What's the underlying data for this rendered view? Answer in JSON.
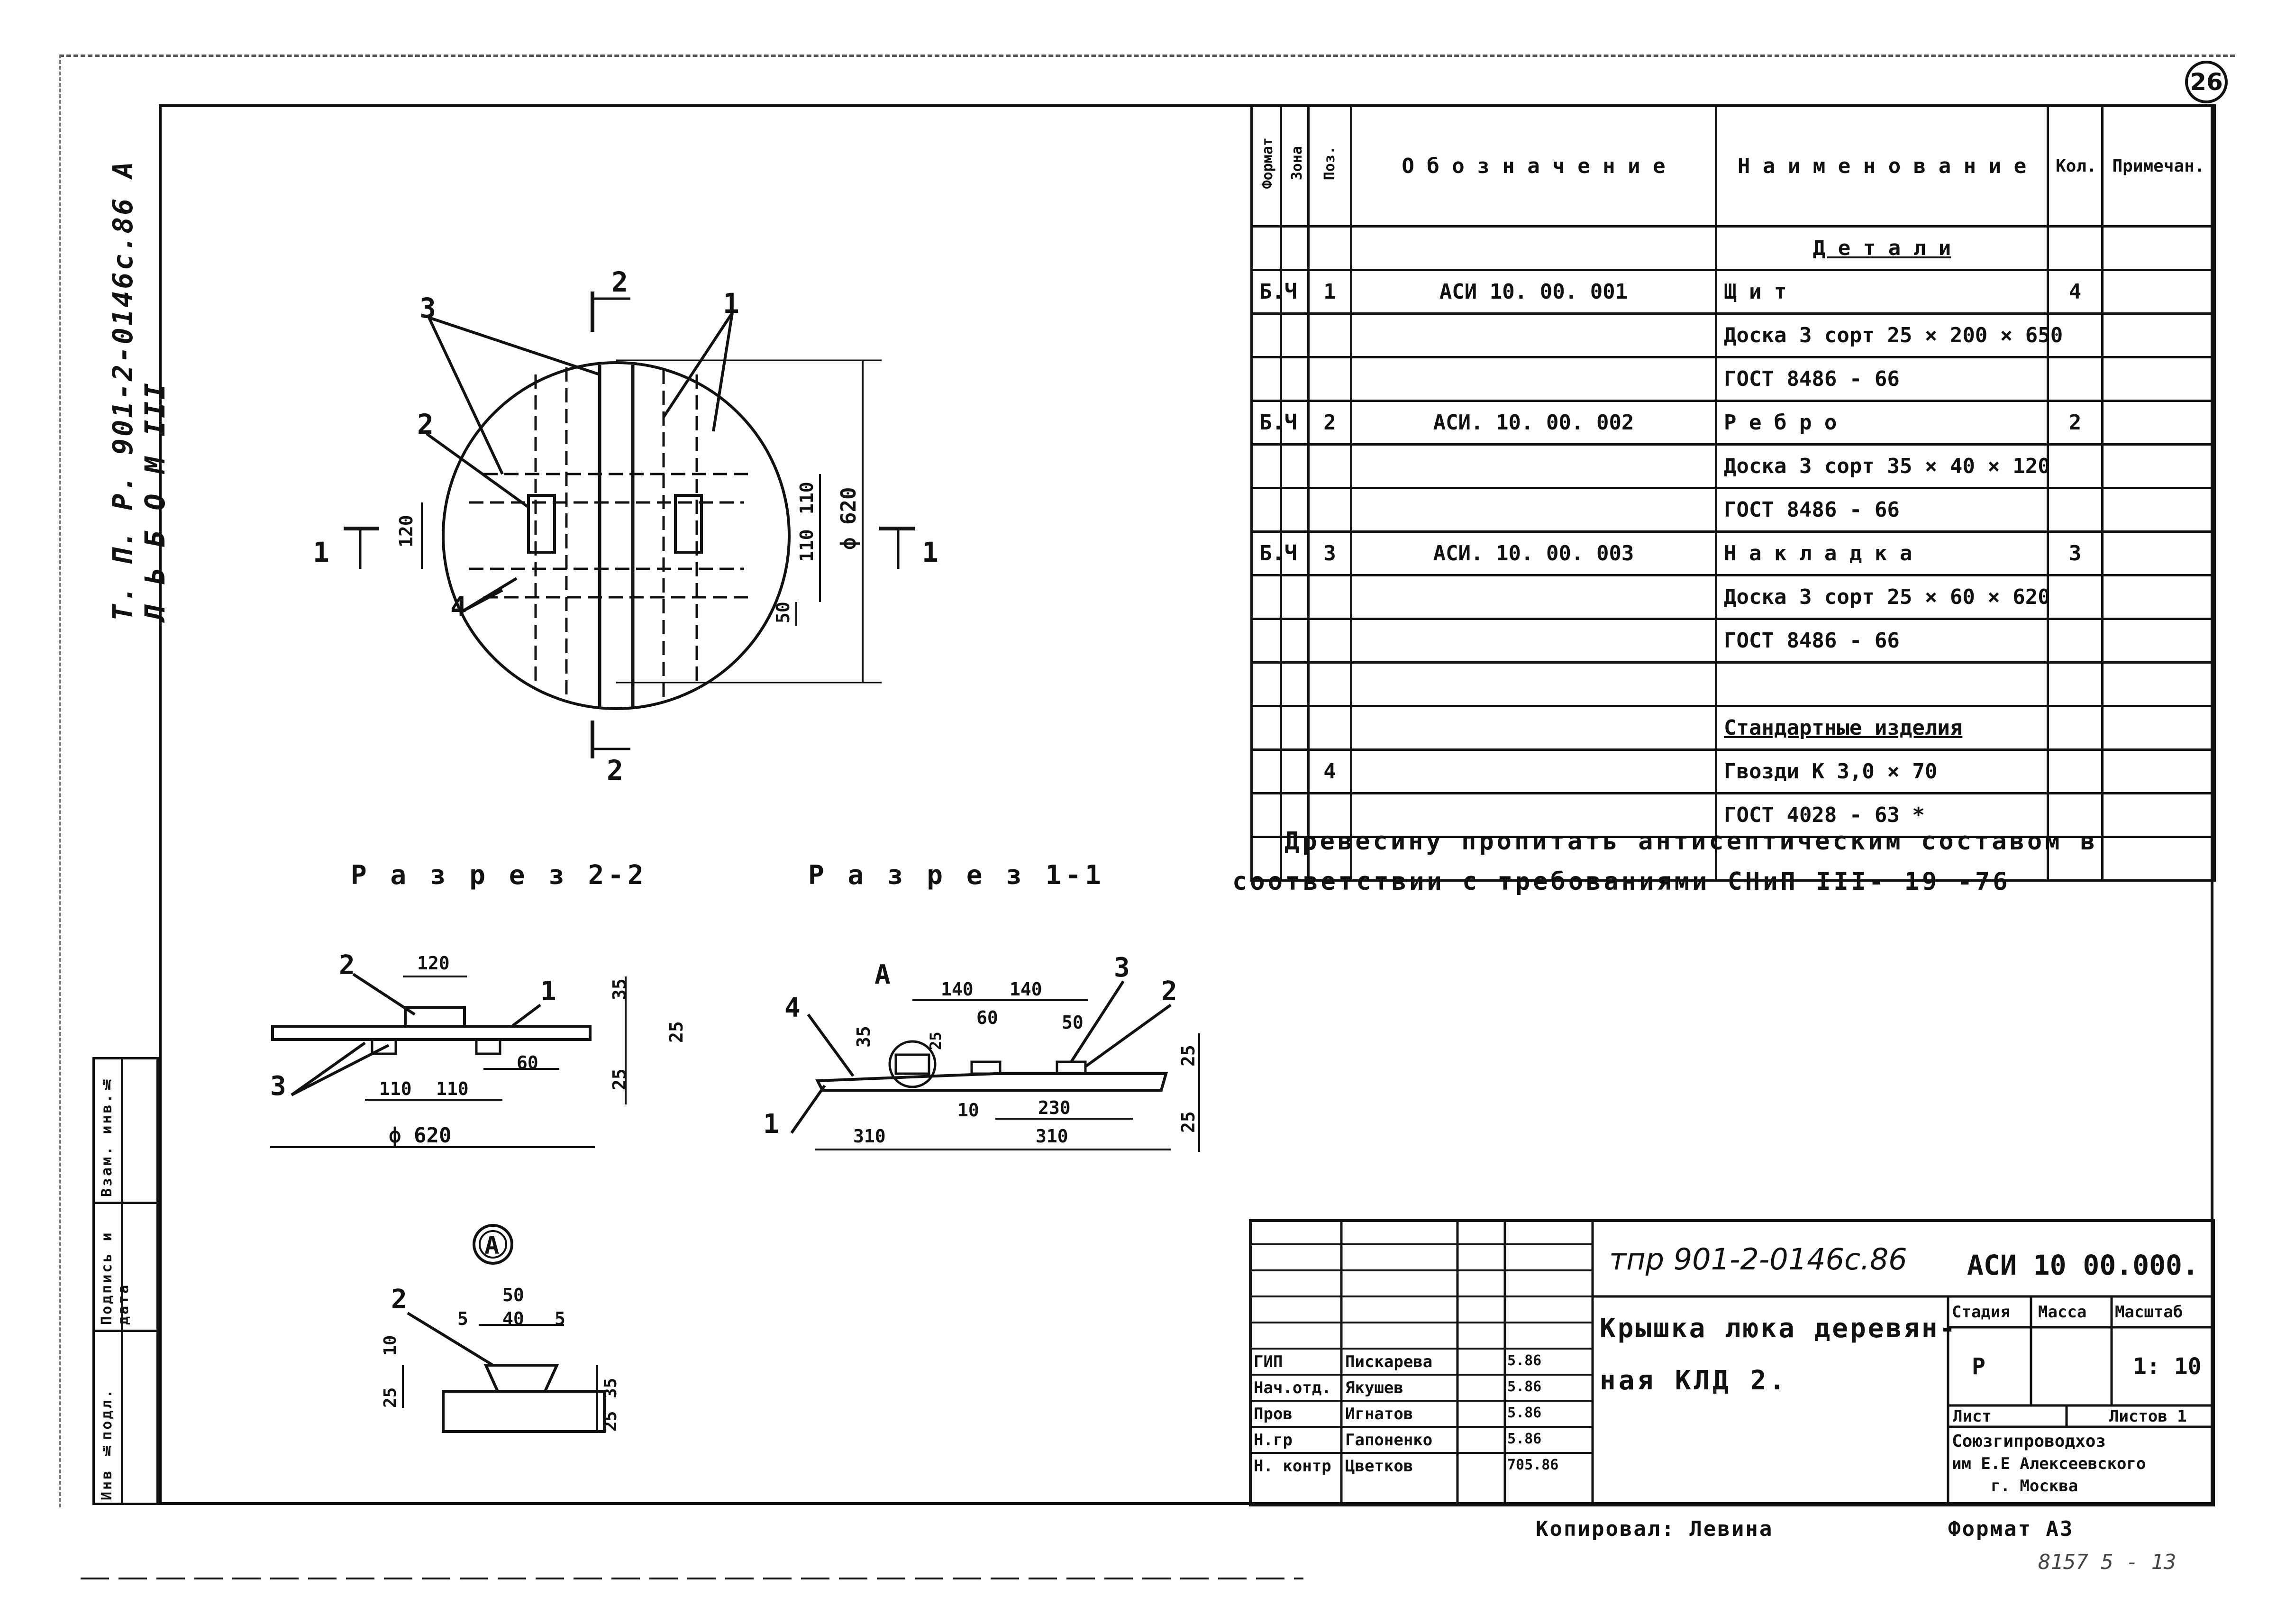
{
  "sheet_number": "26",
  "side_title": "Т. П. Р. 901-2-0146с.86 А Л Ь Б О М  III",
  "left_strip": [
    "Инв №подл.",
    "Подпись и дата",
    "Взам. инв.№"
  ],
  "spec_table": {
    "headers": [
      "Формат",
      "Зона",
      "Поз.",
      "О б о з н а ч е н и е",
      "Н а и м е н о в а н и е",
      "Кол.",
      "Примечан."
    ],
    "rows": [
      {
        "fmt": "",
        "zone": "",
        "pos": "",
        "code": "",
        "name": "Д е т а л и",
        "qty": "",
        "note": "",
        "center": true,
        "underline": true
      },
      {
        "fmt": "Б.Ч",
        "zone": "",
        "pos": "1",
        "code": "АСИ 10. 00. 001",
        "name": "Щ и т",
        "qty": "4",
        "note": ""
      },
      {
        "fmt": "",
        "zone": "",
        "pos": "",
        "code": "",
        "name": "Доска 3 сорт 25 × 200 × 650",
        "qty": "",
        "note": ""
      },
      {
        "fmt": "",
        "zone": "",
        "pos": "",
        "code": "",
        "name": "ГОСТ 8486 - 66",
        "qty": "",
        "note": ""
      },
      {
        "fmt": "Б.Ч",
        "zone": "",
        "pos": "2",
        "code": "АСИ. 10. 00. 002",
        "name": "Р е б р о",
        "qty": "2",
        "note": ""
      },
      {
        "fmt": "",
        "zone": "",
        "pos": "",
        "code": "",
        "name": "Доска 3 сорт 35 × 40 × 120",
        "qty": "",
        "note": ""
      },
      {
        "fmt": "",
        "zone": "",
        "pos": "",
        "code": "",
        "name": "ГОСТ 8486 - 66",
        "qty": "",
        "note": ""
      },
      {
        "fmt": "Б.Ч",
        "zone": "",
        "pos": "3",
        "code": "АСИ. 10. 00. 003",
        "name": "Н а к л а д к а",
        "qty": "3",
        "note": ""
      },
      {
        "fmt": "",
        "zone": "",
        "pos": "",
        "code": "",
        "name": "Доска 3 сорт 25 × 60 × 620",
        "qty": "",
        "note": ""
      },
      {
        "fmt": "",
        "zone": "",
        "pos": "",
        "code": "",
        "name": "ГОСТ 8486 - 66",
        "qty": "",
        "note": ""
      },
      {
        "fmt": "",
        "zone": "",
        "pos": "",
        "code": "",
        "name": "",
        "qty": "",
        "note": ""
      },
      {
        "fmt": "",
        "zone": "",
        "pos": "",
        "code": "",
        "name": "Стандартные изделия",
        "qty": "",
        "note": "",
        "underline": true
      },
      {
        "fmt": "",
        "zone": "",
        "pos": "4",
        "code": "",
        "name": "Гвозди   К 3,0 × 70",
        "qty": "",
        "note": ""
      },
      {
        "fmt": "",
        "zone": "",
        "pos": "",
        "code": "",
        "name": "ГОСТ 4028 - 63 *",
        "qty": "",
        "note": ""
      },
      {
        "fmt": "",
        "zone": "",
        "pos": "",
        "code": "",
        "name": "",
        "qty": "",
        "note": ""
      }
    ]
  },
  "note_lines": [
    "Древесину пропитать антисептическим составом в",
    "соответствии с требованиями СНиП III- 19 -76"
  ],
  "plan_view": {
    "labels": [
      "1",
      "2",
      "3",
      "4"
    ],
    "section_marks": [
      "1",
      "1",
      "2",
      "2"
    ],
    "dims": [
      "120",
      "110",
      "110",
      "50",
      "ф 620"
    ]
  },
  "section_2_2": {
    "title": "Р а з р е з  2-2",
    "dims": [
      "120",
      "35",
      "25",
      "25",
      "60",
      "110",
      "110",
      "ф 620"
    ],
    "labels": [
      "2",
      "1",
      "3"
    ]
  },
  "section_1_1": {
    "title": "Р а з р е з  1-1",
    "dims": [
      "140",
      "140",
      "25",
      "60",
      "50",
      "35",
      "10",
      "230",
      "25",
      "25",
      "310",
      "310"
    ],
    "labels": [
      "А",
      "3",
      "2",
      "4",
      "1"
    ]
  },
  "detail_a": {
    "mark": "А",
    "dims": [
      "50",
      "5",
      "40",
      "5",
      "10",
      "25",
      "35",
      "25"
    ],
    "labels": [
      "2"
    ]
  },
  "title_block": {
    "doc_code": "тпр 901-2-0146с.86",
    "drawing_no": "АСИ 10 00.000.",
    "title_line1": "Крышка люка деревян-",
    "title_line2": "ная   КЛД 2.",
    "headers": [
      "Стадия",
      "Масса",
      "Масштаб"
    ],
    "stage": "Р",
    "mass": "",
    "scale": "1: 10",
    "sheet_label": "Лист",
    "sheets_label": "Листов 1",
    "org_line1": "Союзгипроводхоз",
    "org_line2": "им Е.Е Алексеевского",
    "org_line3": "г. Москва",
    "signatures": [
      {
        "role": "ГИП",
        "name": "Пискарева",
        "date": "5.86"
      },
      {
        "role": "Нач.отд.",
        "name": "Якушев",
        "date": "5.86"
      },
      {
        "role": "Пров",
        "name": "Игнатов",
        "date": "5.86"
      },
      {
        "role": "Н.гр",
        "name": "Гапоненко",
        "date": "5.86"
      },
      {
        "role": "Н. контр",
        "name": "Цветков",
        "date": "705.86"
      }
    ]
  },
  "copied_by": "Копировал: Левина",
  "format_label": "Формат А3",
  "stamp_number": "8157 5 - 13"
}
